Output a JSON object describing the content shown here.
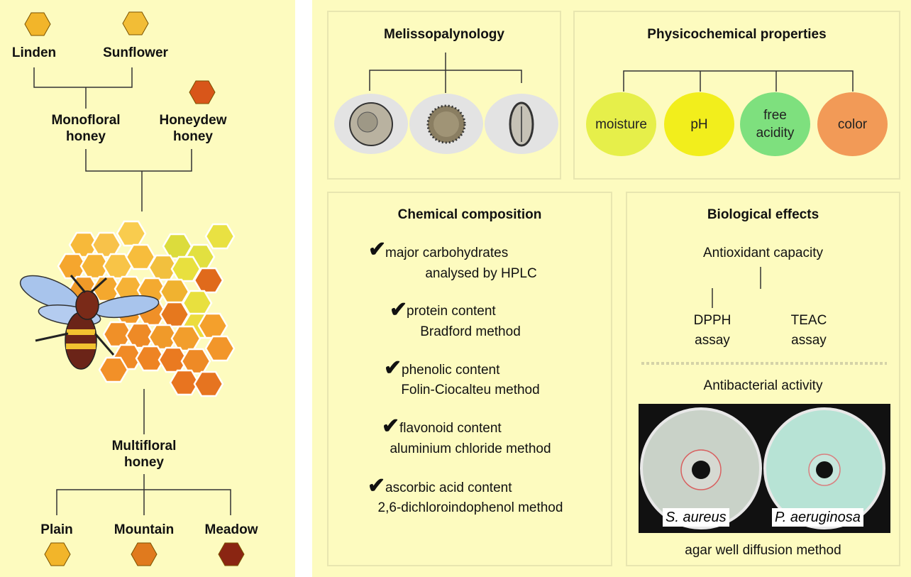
{
  "left": {
    "linden": "Linden",
    "sunflower": "Sunflower",
    "monofloral_line1": "Monofloral",
    "monofloral_line2": "honey",
    "honeydew_line1": "Honeydew",
    "honeydew_line2": "honey",
    "multifloral_line1": "Multifloral",
    "multifloral_line2": "honey",
    "plain": "Plain",
    "mountain": "Mountain",
    "meadow": "Meadow"
  },
  "melisso": {
    "title": "Melissopalynology"
  },
  "physico": {
    "title": "Physicochemical properties",
    "circles": [
      {
        "label_1": "moisture",
        "label_2": "",
        "color": "#e6ef4a"
      },
      {
        "label_1": "pH",
        "label_2": "",
        "color": "#f2ee1c"
      },
      {
        "label_1": "free",
        "label_2": "acidity",
        "color": "#7ee07e"
      },
      {
        "label_1": "color",
        "label_2": "",
        "color": "#f29a57"
      }
    ]
  },
  "chem": {
    "title": "Chemical composition",
    "items": [
      {
        "line1": "major carbohydrates",
        "line2": "analysed by HPLC"
      },
      {
        "line1": "protein content",
        "line2": "Bradford method"
      },
      {
        "line1": "phenolic content",
        "line2": "Folin-Ciocalteu method"
      },
      {
        "line1": "flavonoid content",
        "line2": "aluminium chloride method"
      },
      {
        "line1": "ascorbic acid content",
        "line2": "2,6-dichloroindophenol method"
      }
    ],
    "check_symbol": "✔"
  },
  "bio": {
    "title": "Biological effects",
    "antioxidant": "Antioxidant capacity",
    "dpph_1": "DPPH",
    "dpph_2": "assay",
    "teac_1": "TEAC",
    "teac_2": "assay",
    "antibacterial": "Antibacterial activity",
    "plate1_label": "S. aureus",
    "plate2_label": "P. aeruginosa",
    "method": "agar well diffusion method"
  }
}
